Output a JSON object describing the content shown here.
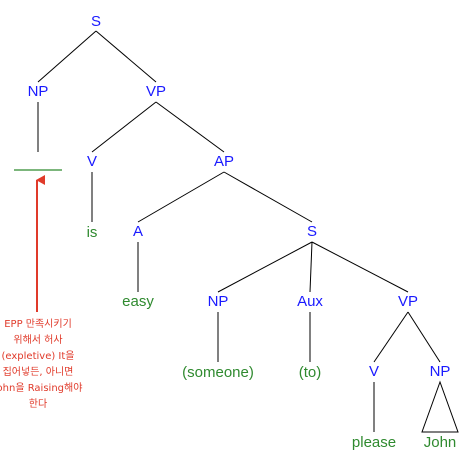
{
  "colors": {
    "category": "#1a1aff",
    "word": "#2f8a2f",
    "line": "#000000",
    "gap": "#2f8a2f",
    "annotation": "#e03a2a"
  },
  "nodes": {
    "s_root": "S",
    "np_subj": "NP",
    "vp_main": "VP",
    "v_is": "V",
    "w_is": "is",
    "ap": "AP",
    "a": "A",
    "w_easy": "easy",
    "s_emb": "S",
    "np_emb": "NP",
    "w_someone": "(someone)",
    "aux": "Aux",
    "w_to": "(to)",
    "vp_emb": "VP",
    "v_please": "V",
    "w_please": "please",
    "np_obj": "NP",
    "w_john": "John"
  },
  "annotation": {
    "lines": [
      "EPP 만족시키기",
      "위해서 허사",
      "(expletive) It을",
      "집어넣든, 아니면",
      "John을 Raising해야",
      "한다"
    ]
  }
}
